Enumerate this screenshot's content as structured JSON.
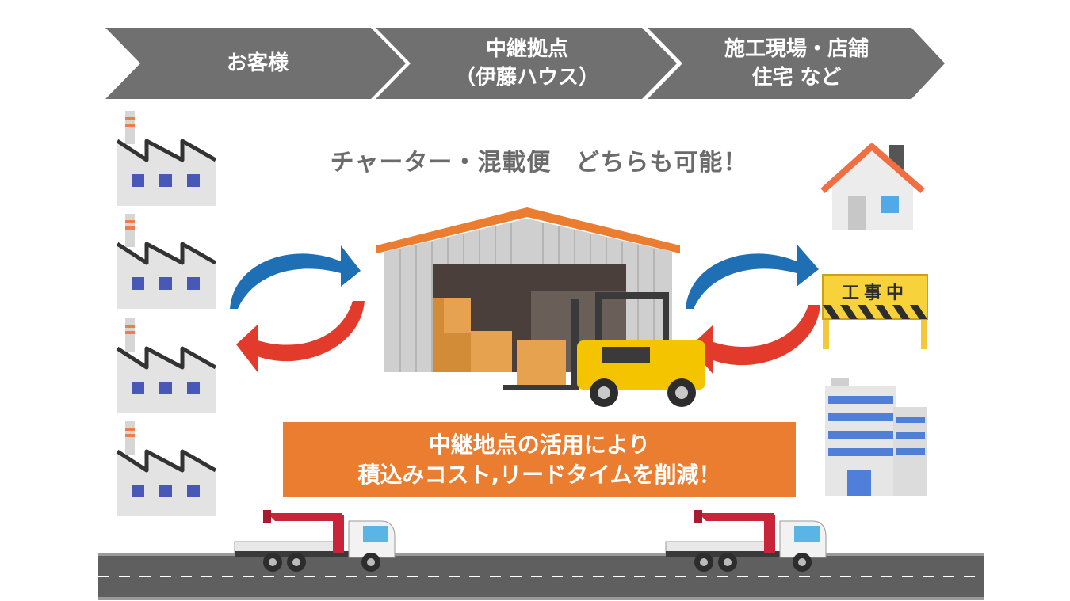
{
  "steps": [
    {
      "line1": "お客様",
      "line2": ""
    },
    {
      "line1": "中継拠点",
      "line2": "（伊藤ハウス）"
    },
    {
      "line1": "施工現場・店舗",
      "line2": "住宅 など"
    }
  ],
  "subtitle": "チャーター・混載便　どちらも可能！",
  "construction_sign": "工事中",
  "banner": {
    "line1": "中継地点の活用により",
    "line2": "積込みコスト,リードタイムを削減！"
  },
  "colors": {
    "chevron": "#707070",
    "banner": "#ea7d30",
    "arrow_blue": "#1f6fb5",
    "arrow_red": "#e23b2b",
    "road": "#5f5f5f",
    "forklift": "#f5c400"
  }
}
